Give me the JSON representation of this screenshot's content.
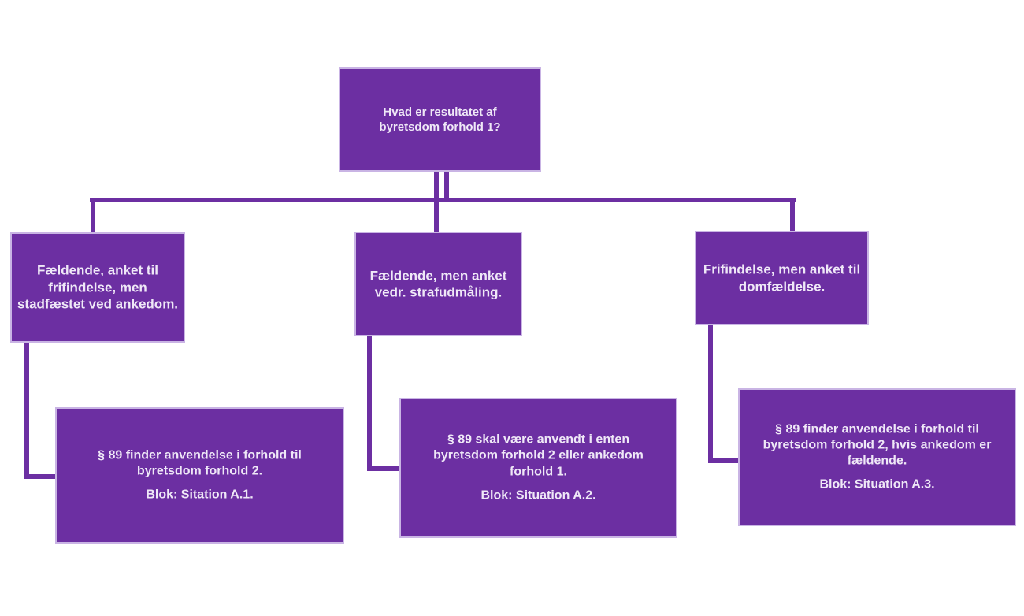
{
  "colors": {
    "background": "#ffffff",
    "node_fill": "#6C2FA2",
    "node_edge": "#C9B4E4",
    "connector": "#6C2FA2",
    "text": "#EFE8F7"
  },
  "flowchart": {
    "root": {
      "label": "Hvad er resultatet af\nbyretsdom forhold 1?"
    },
    "branches": [
      {
        "condition": "Fældende, anket til\nfrifindelse, men\nstadfæstet ved ankedom.",
        "outcome": "§ 89 finder anvendelse i forhold til\nbyretsdom forhold 2.",
        "block": "Blok: Sitation A.1."
      },
      {
        "condition": "Fældende, men anket\nvedr. strafudmåling.",
        "outcome": "§ 89 skal være anvendt i enten\nbyretsdom forhold 2 eller ankedom\nforhold 1.",
        "block": "Blok: Situation A.2."
      },
      {
        "condition": "Frifindelse, men anket til\ndomfældelse.",
        "outcome": "§ 89 finder anvendelse i forhold til\nbyretsdom forhold 2, hvis ankedom er\nfældende.",
        "block": "Blok: Situation A.3."
      }
    ]
  }
}
